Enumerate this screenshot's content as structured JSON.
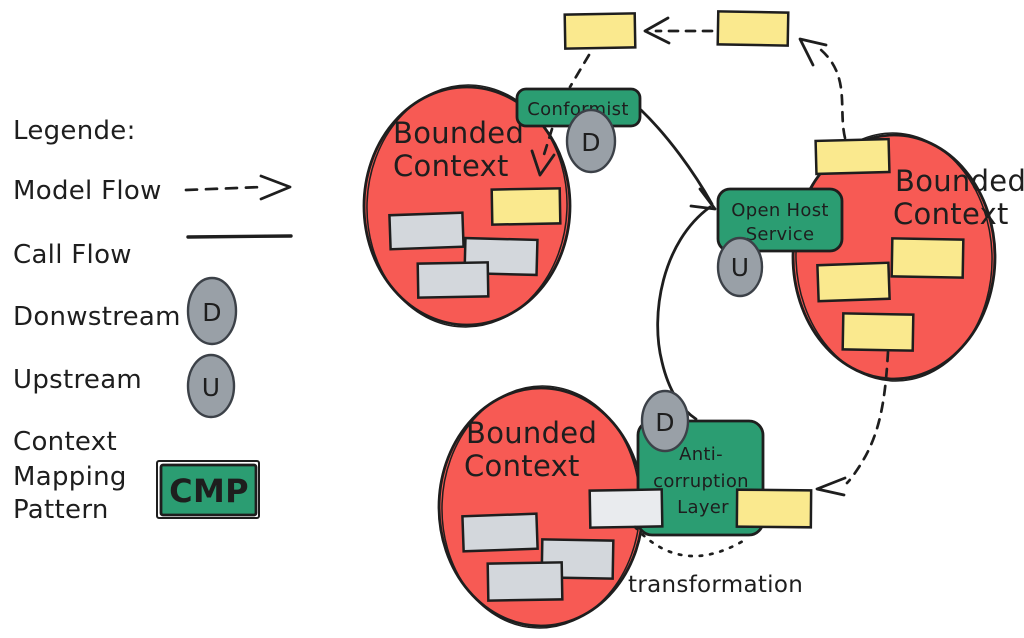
{
  "colors": {
    "red_fill": "#f75a54",
    "green_fill": "#2b9d72",
    "yellow_fill": "#fae98e",
    "gray_note_fill": "#d3d7dc",
    "light_gray_note_fill": "#e9ebee",
    "gray_circle_fill": "#99a0a7",
    "ink": "#1e1e1e"
  },
  "legend": {
    "title": "Legende:",
    "model_flow": "Model Flow",
    "call_flow": "Call Flow",
    "downstream": "Donwstream",
    "downstream_symbol": "D",
    "upstream": "Upstream",
    "upstream_symbol": "U",
    "cmp_line1": "Context",
    "cmp_line2": "Mapping",
    "cmp_line3": "Pattern",
    "cmp_symbol": "CMP"
  },
  "bounded_contexts": {
    "top_left": {
      "line1": "Bounded",
      "line2": "Context"
    },
    "right": {
      "line1": "Bounded",
      "line2": "Context"
    },
    "bottom": {
      "line1": "Bounded",
      "line2": "Context"
    }
  },
  "patterns": {
    "conformist": {
      "label": "Conformist",
      "role": "D"
    },
    "open_host_service": {
      "line1": "Open Host",
      "line2": "Service",
      "role": "U"
    },
    "anti_corruption_layer": {
      "line1": "Anti-",
      "line2": "corruption",
      "line3": "Layer",
      "role": "D"
    }
  },
  "annotations": {
    "transformation": "transformation"
  }
}
